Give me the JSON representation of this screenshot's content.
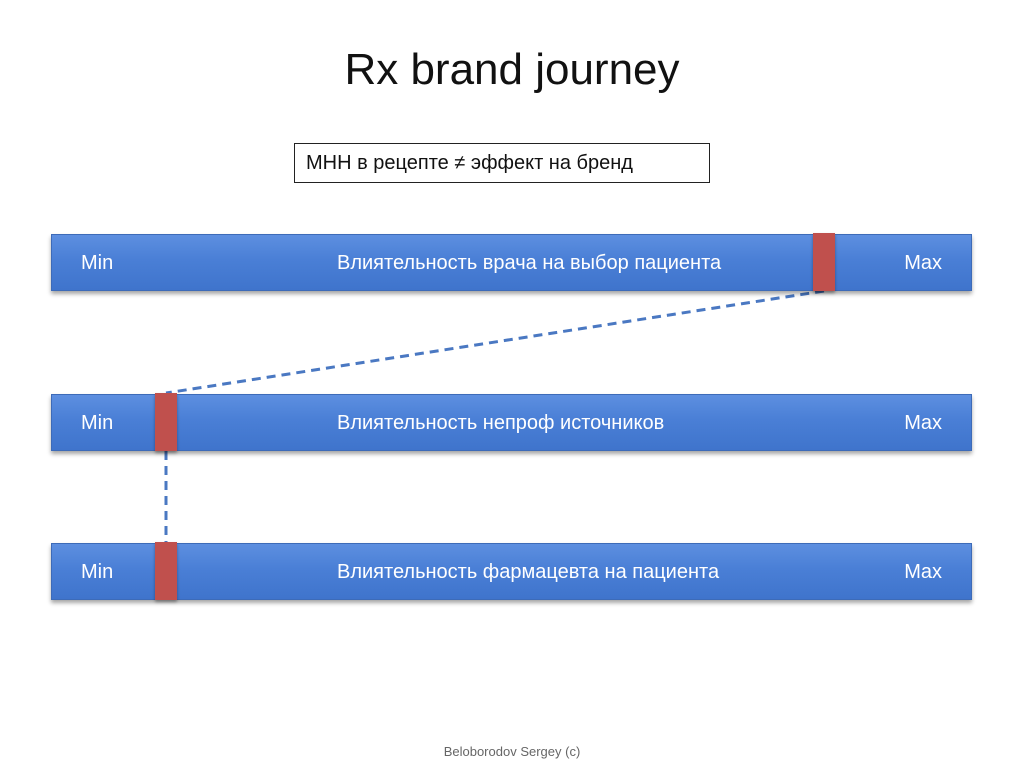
{
  "title": "Rx brand journey",
  "note": "МНН в рецепте  ≠ эффект на бренд",
  "bars": [
    {
      "min": "Min",
      "max": "Max",
      "label": "Влиятельность врача на выбор пациента",
      "marker_position": 0.86
    },
    {
      "min": "Min",
      "max": "Max",
      "label": "Влиятельность непроф источников",
      "marker_position": 0.125
    },
    {
      "min": "Min",
      "max": "Max",
      "label": "Влиятельность фармацевта на пациента",
      "marker_position": 0.125
    }
  ],
  "colors": {
    "bar": "#4a7fd6",
    "marker": "#c0504d",
    "connector": "#4a78c2"
  },
  "footer": "Beloborodov Sergey (c)"
}
